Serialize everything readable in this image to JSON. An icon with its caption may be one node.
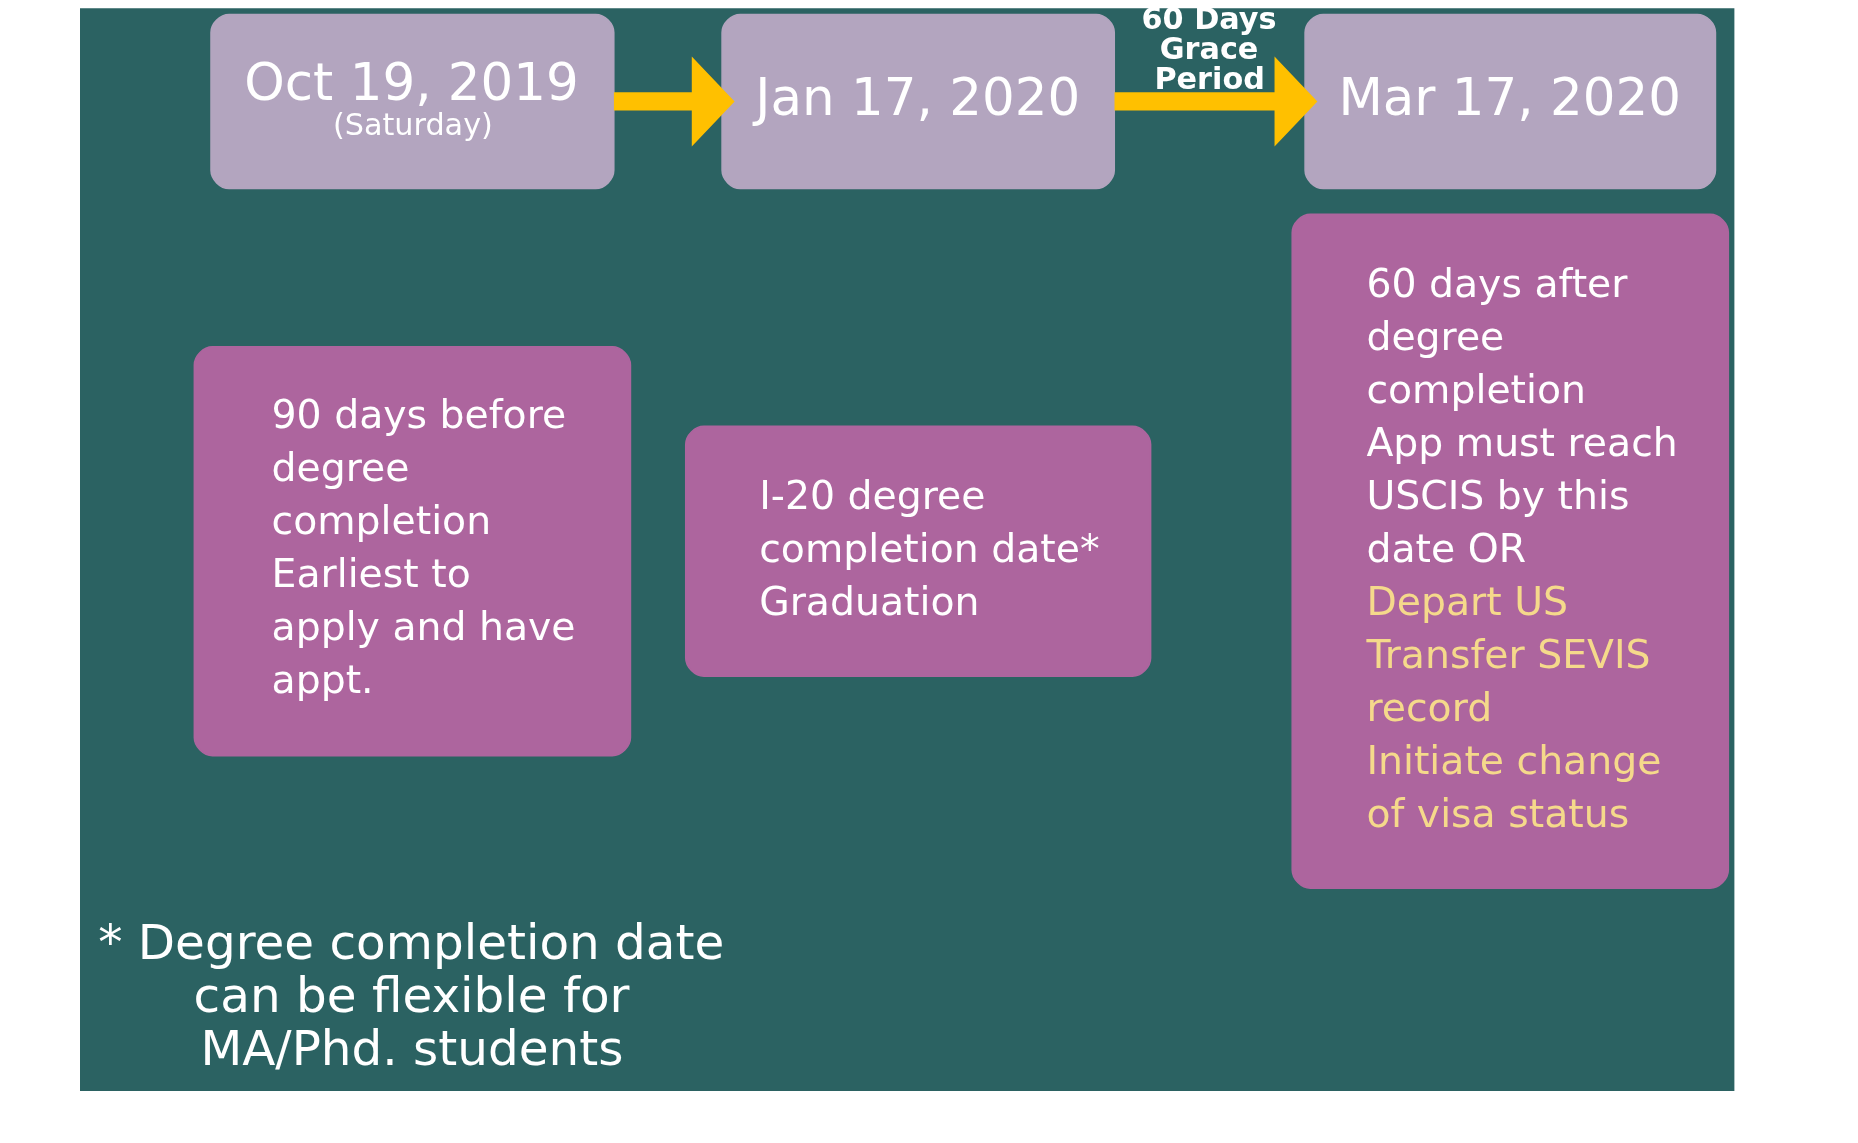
{
  "diagram": {
    "nodes": [
      {
        "text": [
          "Oct 19, 2019",
          "(Saturday)"
        ]
      },
      {
        "text": [
          "90 days before degree completion",
          "Earliest to apply and have appt."
        ]
      },
      {
        "text": [
          "Jan 17, 2020"
        ]
      },
      {
        "text": [
          "I-20 degree completion date*",
          "Graduation"
        ]
      },
      {
        "text": [
          "Mar 17, 2020"
        ]
      },
      {
        "text": [
          "60 days after degree completion",
          "App must reach USCIS by this date OR",
          "Depart US",
          "Transfer SEVIS record",
          "Initiate change of visa status"
        ]
      }
    ],
    "edges": [
      {
        "from": 0,
        "to": 2,
        "arrow": "to"
      },
      {
        "from": 2,
        "to": 4,
        "arrow": "to",
        "label": "60 Days Grace Period"
      }
    ],
    "labels": [
      "* Degree completion date can be flexible for MA/Phd. students"
    ]
  }
}
